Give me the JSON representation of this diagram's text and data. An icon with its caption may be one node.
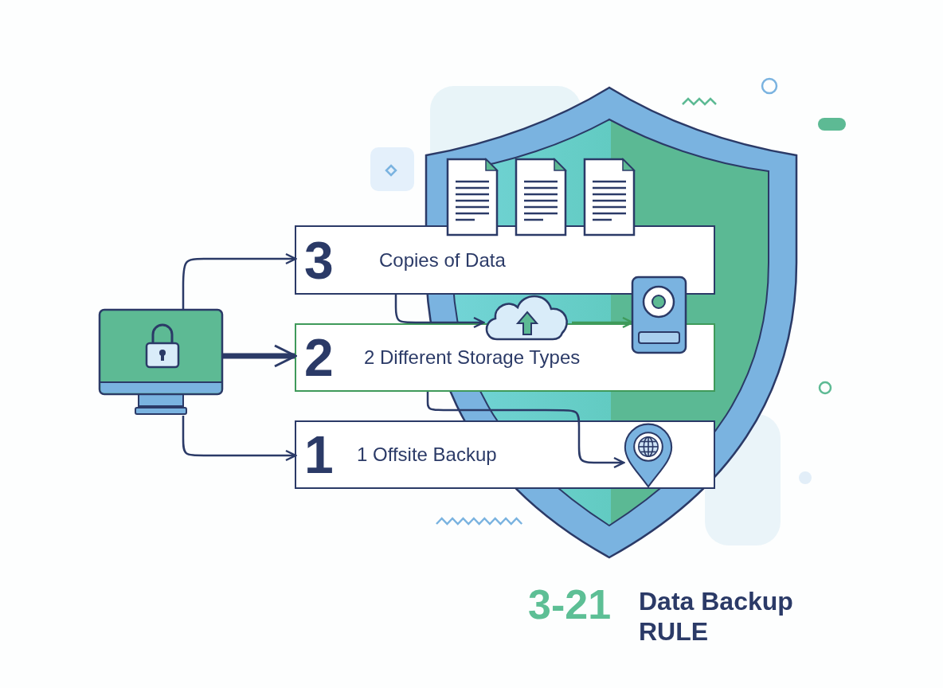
{
  "diagram": {
    "nodes": [
      {
        "text": [],
        "shape": "picture"
      },
      {
        "text": [
          "3",
          "Copies of Data"
        ]
      },
      {
        "text": [
          "2",
          "2 Different Storage Types"
        ]
      },
      {
        "text": [
          "1",
          "1 Offsite Backup"
        ]
      },
      {
        "text": [],
        "shape": "cloud"
      },
      {
        "text": [],
        "shape": "picture"
      },
      {
        "text": [],
        "shape": "picture",
        "in": 3
      }
    ],
    "edges": [
      {
        "from": 0,
        "to": 1,
        "arrow": "to"
      },
      {
        "from": 0,
        "to": 2,
        "arrow": "to",
        "style": "thick"
      },
      {
        "from": 0,
        "to": 3,
        "arrow": "to"
      },
      {
        "from": 1,
        "to": 4,
        "arrow": "to"
      },
      {
        "from": 4,
        "to": 5,
        "arrow": "to",
        "color": "#3f9a5a"
      },
      {
        "from": 2,
        "to": 6,
        "arrow": "to"
      }
    ],
    "labels": [
      "3-21",
      "Data Backup RULE"
    ]
  }
}
